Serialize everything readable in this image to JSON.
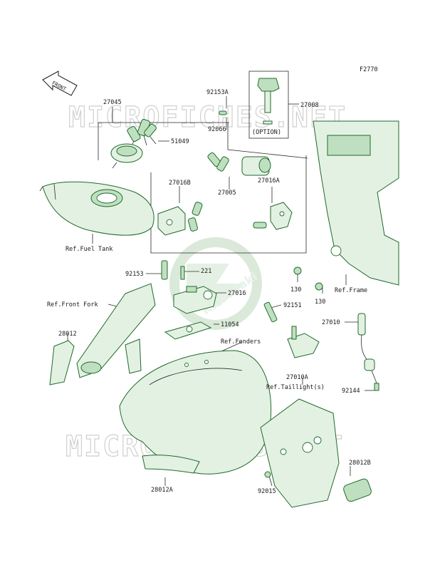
{
  "diagram_code": "F2770",
  "front_label": "FRONT",
  "option_label": "(OPTION)",
  "watermark": "MICROFICHES.NET",
  "logo_text": "Kawasaki",
  "colors": {
    "part_fill": "#e3f1e3",
    "part_stroke": "#1f6a2a",
    "text": "#1a1a1a"
  },
  "labels": {
    "p27045": "27045",
    "p92153A": "92153A",
    "p27008": "27008",
    "p92066": "92066",
    "p51049": "51049",
    "p27016B": "27016B",
    "p27005": "27005",
    "p27016A": "27016A",
    "ref_fuel_tank": "Ref.Fuel Tank",
    "p92153": "92153",
    "p221": "221",
    "p27016": "27016",
    "p130a": "130",
    "p130b": "130",
    "ref_frame": "Ref.Frame",
    "ref_front_fork": "Ref.Front Fork",
    "p92151": "92151",
    "p27010": "27010",
    "p28012": "28012",
    "p11054": "11054",
    "ref_fenders": "Ref.Fenders",
    "p27010A": "27010A",
    "ref_taillight": "Ref.Taillight(s)",
    "p92144": "92144",
    "p28012B": "28012B",
    "p92015": "92015",
    "p28012A": "28012A"
  }
}
